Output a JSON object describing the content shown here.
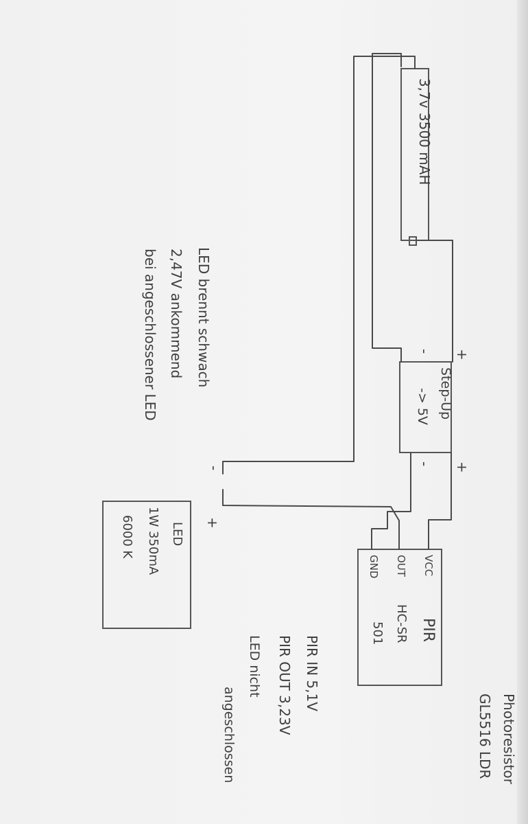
{
  "battery": {
    "label": "3,7v 3500 mAH"
  },
  "stepup": {
    "line1": "Step-Up",
    "line2": "-> 5V"
  },
  "polarity": {
    "plus": "+",
    "minus": "-"
  },
  "pir": {
    "pin_vcc": "VCC",
    "pin_out": "OUT",
    "pin_gnd": "GND",
    "title": "PIR",
    "model1": "HC-SR",
    "model2": "501"
  },
  "led": {
    "line1": "LED",
    "line2": "1W 350mA",
    "line3": "6000 K"
  },
  "photoresistor": {
    "line1": "Photoresistor",
    "line2": "GL5516 LDR"
  },
  "notes_left": {
    "line1": "LED brennt schwach",
    "line2": "2,47V ankommend",
    "line3": "bei angeschlossener LED"
  },
  "notes_right": {
    "line1": "PIR IN 5,1V",
    "line2": "PIR OUT 3,23V",
    "line3": "LED nicht",
    "line4": "angeschlossen"
  }
}
